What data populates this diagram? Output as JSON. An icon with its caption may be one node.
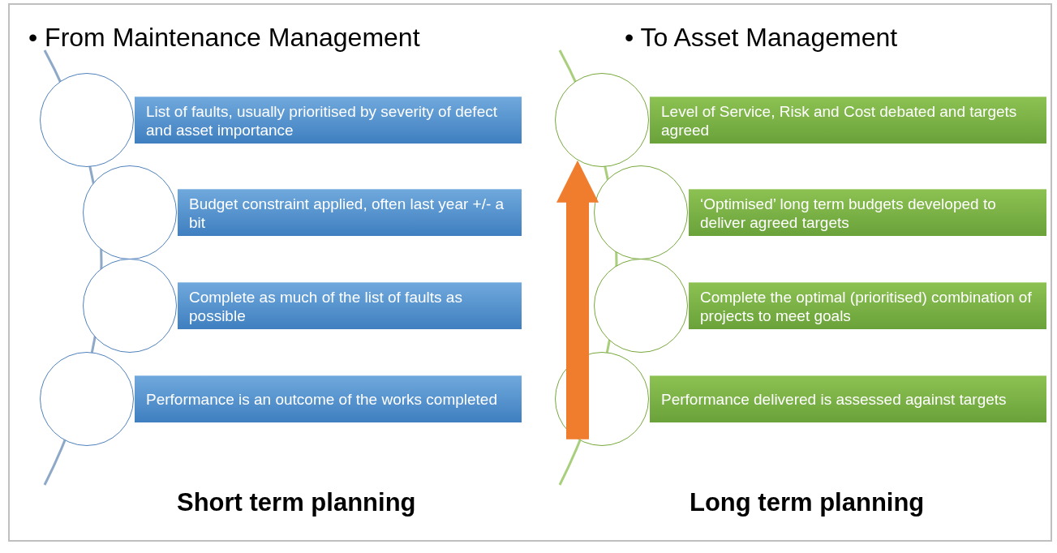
{
  "diagram": {
    "nodes": [
      {
        "text": [],
        "shape": "circle"
      },
      {
        "text": [
          "List of faults, usually prioritised by severity of defect and asset importance"
        ]
      },
      {
        "text": [],
        "shape": "circle"
      },
      {
        "text": [
          "Budget constraint applied, often last year +/- a bit"
        ]
      },
      {
        "text": [],
        "shape": "circle"
      },
      {
        "text": [
          "Complete as much of the list of faults as possible"
        ]
      },
      {
        "text": [],
        "shape": "circle"
      },
      {
        "text": [
          "Performance is an outcome of the works completed"
        ]
      },
      {
        "text": [],
        "shape": "circle"
      },
      {
        "text": [
          "Level of Service, Risk and Cost debated and targets agreed"
        ]
      },
      {
        "text": [],
        "shape": "circle"
      },
      {
        "text": [
          "‘Optimised’ long term budgets developed to  deliver agreed targets"
        ]
      },
      {
        "text": [],
        "shape": "circle"
      },
      {
        "text": [
          "Complete the optimal (prioritised) combination of projects to meet goals"
        ]
      },
      {
        "text": [],
        "shape": "circle"
      },
      {
        "text": [
          "Performance delivered is assessed against targets"
        ]
      }
    ],
    "edges": [
      {
        "from": 14,
        "to": 8,
        "arrow": "to"
      }
    ],
    "labels": [
      "• From Maintenance Management",
      "• To Asset Management",
      "Short term planning",
      "Long term planning"
    ]
  }
}
